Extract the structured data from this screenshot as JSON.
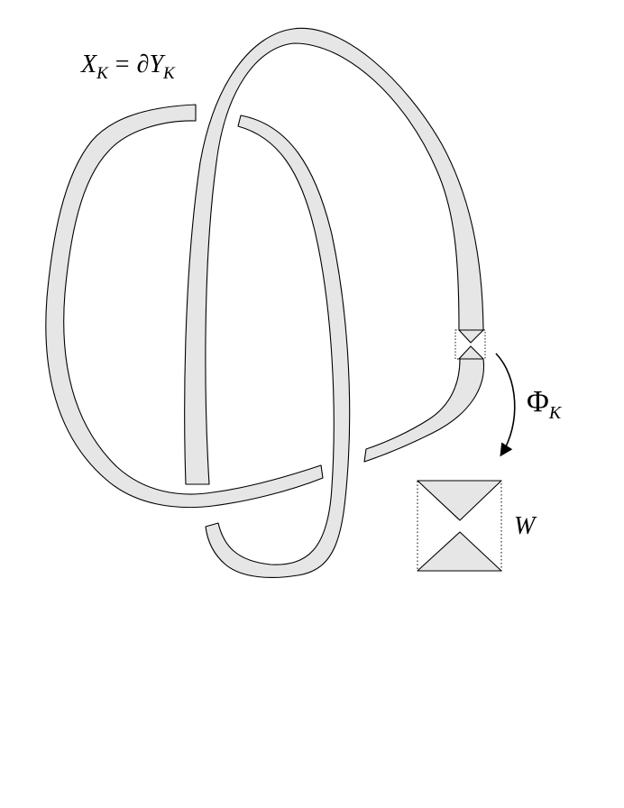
{
  "labels": {
    "boundary_lhs": "X",
    "boundary_lhs_sub": "K",
    "equals": "=",
    "partial": "∂",
    "boundary_rhs": "Y",
    "boundary_rhs_sub": "K",
    "map_symbol": "Φ",
    "map_sub": "K",
    "window_label": "W"
  },
  "colors": {
    "band_fill": "#e6e6e6",
    "stroke": "#000000",
    "background": "#ffffff"
  }
}
